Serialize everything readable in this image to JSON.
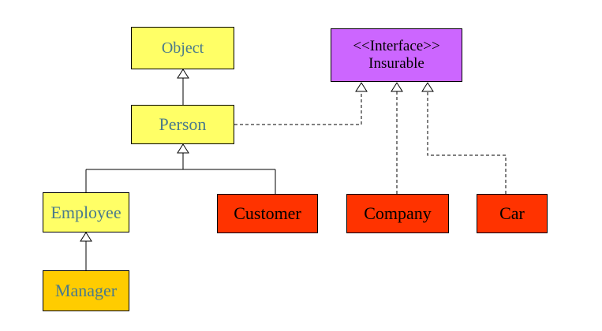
{
  "diagram": {
    "object": "Object",
    "person": "Person",
    "employee": "Employee",
    "manager": "Manager",
    "customer": "Customer",
    "company": "Company",
    "car": "Car",
    "insurable_stereotype": "<<Interface>>",
    "insurable_name": "Insurable"
  },
  "colors": {
    "class_fill": "#ffff66",
    "class_text": "#4a7a8c",
    "manager_fill": "#ffcc00",
    "concrete_fill": "#ff3300",
    "concrete_text": "#000000",
    "interface_fill": "#cc66ff",
    "interface_text": "#000000",
    "line": "#000000"
  }
}
